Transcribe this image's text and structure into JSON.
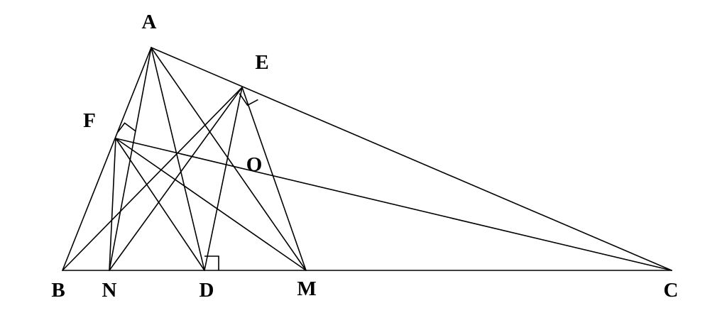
{
  "diagram": {
    "points": [
      {
        "id": "A",
        "label": "A"
      },
      {
        "id": "B",
        "label": "B"
      },
      {
        "id": "C",
        "label": "C"
      },
      {
        "id": "D",
        "label": "D"
      },
      {
        "id": "E",
        "label": "E"
      },
      {
        "id": "F",
        "label": "F"
      },
      {
        "id": "M",
        "label": "M"
      },
      {
        "id": "N",
        "label": "N"
      },
      {
        "id": "O",
        "label": "O"
      }
    ],
    "segments": [
      [
        "A",
        "B"
      ],
      [
        "A",
        "C"
      ],
      [
        "B",
        "C"
      ],
      [
        "A",
        "D"
      ],
      [
        "A",
        "N"
      ],
      [
        "A",
        "M"
      ],
      [
        "B",
        "E"
      ],
      [
        "C",
        "F"
      ],
      [
        "F",
        "D"
      ],
      [
        "F",
        "M"
      ],
      [
        "F",
        "N"
      ],
      [
        "E",
        "D"
      ],
      [
        "E",
        "N"
      ],
      [
        "E",
        "M"
      ]
    ],
    "right_angles": [
      {
        "vertex": "D"
      },
      {
        "vertex": "E"
      },
      {
        "vertex": "F"
      }
    ]
  }
}
